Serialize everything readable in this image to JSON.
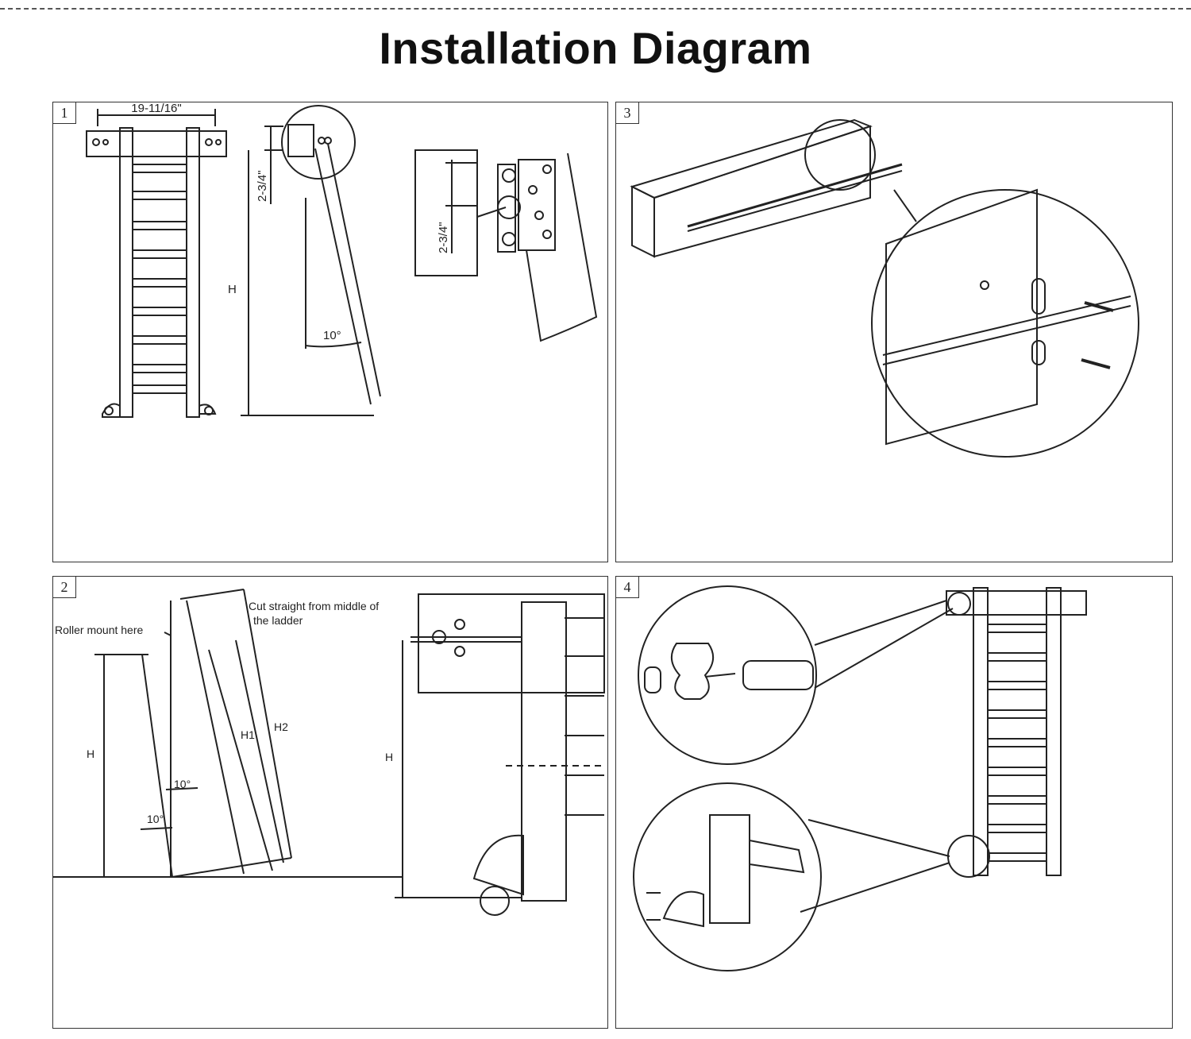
{
  "title": "Installation Diagram",
  "panels": [
    {
      "number": "1",
      "dims": {
        "width": "19-11/16\"",
        "height_short": "2-3/4\"",
        "height_h": "H",
        "angle": "10°"
      },
      "detail_dim": "2-3/4\""
    },
    {
      "number": "2",
      "labels": {
        "roller_mount": "Roller mount here",
        "cut_line1": "Cut straight from middle of",
        "cut_line2": "the ladder"
      },
      "dims": {
        "h": "H",
        "h1": "H1",
        "h2": "H2",
        "angle_a": "10°",
        "angle_b": "10°",
        "h_detail": "H"
      }
    },
    {
      "number": "3"
    },
    {
      "number": "4"
    }
  ]
}
